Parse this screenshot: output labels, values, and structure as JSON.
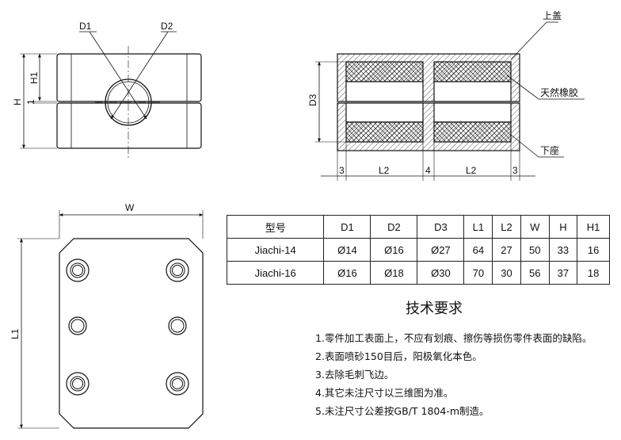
{
  "labels": {
    "d1": "D1",
    "d2": "D2",
    "h": "H",
    "h1": "H1",
    "gap": "1",
    "d3": "D3",
    "w": "W",
    "l1": "L1",
    "upper_cover": "上盖",
    "natural_rubber": "天然橡胶",
    "lower_seat": "下座",
    "bottom_dims": [
      "3",
      "L2",
      "4",
      "L2",
      "3"
    ]
  },
  "table": {
    "headers": [
      "型号",
      "D1",
      "D2",
      "D3",
      "L1",
      "L2",
      "W",
      "H",
      "H1"
    ],
    "rows": [
      [
        "Jiachi-14",
        "Ø14",
        "Ø16",
        "Ø27",
        "64",
        "27",
        "50",
        "33",
        "16"
      ],
      [
        "Jiachi-16",
        "Ø16",
        "Ø18",
        "Ø30",
        "70",
        "30",
        "56",
        "37",
        "18"
      ]
    ]
  },
  "requirements": {
    "title": "技术要求",
    "items": [
      "1.零件加工表面上，不应有划痕、擦伤等损伤零件表面的缺陷。",
      "2.表面喷砂150目后，阳极氧化本色。",
      "3.去除毛刺飞边。",
      "4.其它未注尺寸以三维图为准。",
      "5.未注尺寸公差按GB/T 1804-m制造。"
    ]
  }
}
